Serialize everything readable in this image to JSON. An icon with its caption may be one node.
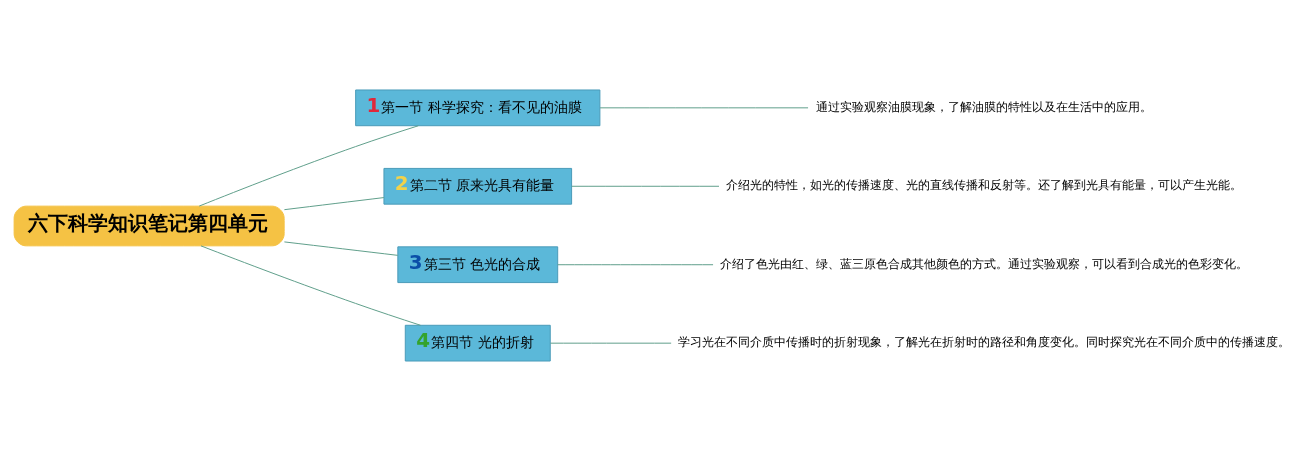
{
  "diagram": {
    "nodes": [
      {
        "text": [
          "六下科学知识笔记第四单元"
        ]
      },
      {
        "text": [
          "1",
          "第一节 科学探究：看不见的油膜"
        ]
      },
      {
        "text": [
          "通过实验观察油膜现象，了解油膜的特性以及在生活中的应用。"
        ]
      },
      {
        "text": [
          "2",
          "第二节 原来光具有能量"
        ]
      },
      {
        "text": [
          "介绍光的特性，如光的传播速度、光的直线传播和反射等。还了解到光具有能量，可以产生光能。"
        ]
      },
      {
        "text": [
          "3",
          "第三节 色光的合成"
        ]
      },
      {
        "text": [
          "介绍了色光由红、绿、蓝三原色合成其他颜色的方式。通过实验观察，可以看到合成光的色彩变化。"
        ]
      },
      {
        "text": [
          "4",
          "第四节 光的折射"
        ]
      },
      {
        "text": [
          "学习光在不同介质中传播时的折射现象，了解光在折射时的路径和角度变化。同时探究光在不同介质中的传播速度。"
        ]
      }
    ],
    "edges": [
      {
        "from": 0,
        "to": 1,
        "arrow": "none"
      },
      {
        "from": 1,
        "to": 2,
        "arrow": "none"
      },
      {
        "from": 0,
        "to": 3,
        "arrow": "none"
      },
      {
        "from": 3,
        "to": 4,
        "arrow": "none"
      },
      {
        "from": 0,
        "to": 5,
        "arrow": "none"
      },
      {
        "from": 5,
        "to": 6,
        "arrow": "none"
      },
      {
        "from": 0,
        "to": 7,
        "arrow": "none"
      },
      {
        "from": 7,
        "to": 8,
        "arrow": "none"
      }
    ]
  }
}
